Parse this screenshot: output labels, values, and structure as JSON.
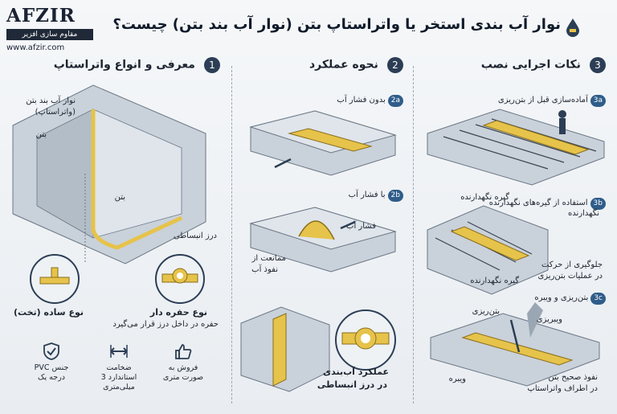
{
  "brand": {
    "name": "AFZIR",
    "tagline": "مقاوم سازی افزیر",
    "url": "www.afzir.com"
  },
  "title": "نوار آب بندی استخر یا واتراستاپ بتن (نوار آب بند بتن) چیست؟",
  "colors": {
    "accent": "#e6c34a",
    "navy": "#2c3e55",
    "concrete": "#c9d1da"
  },
  "sections": [
    {
      "num": "1",
      "title": "معرفی و انواع واتراستاپ",
      "labels": {
        "waterstop": "نوار آب بند بتن",
        "waterstop_alt": "(واتراستاپ)",
        "concrete_top": "بتن",
        "concrete_mid": "بتن",
        "expansion_joint": "درز انبساطی",
        "flat_type": "نوع ساده (تخت)",
        "hole_type": "نوع حفره دار",
        "hole_desc": "حفره در داخل درز قرار می‌گیرد"
      },
      "features": [
        {
          "icon": "check-shield-icon",
          "label": "جنس PVC درجه یک"
        },
        {
          "icon": "ruler-arrows-icon",
          "label": "ضخامت استاندارد 3 میلی‌متری"
        },
        {
          "icon": "thumbs-up-icon",
          "label": "فروش به صورت متری"
        }
      ]
    },
    {
      "num": "2",
      "title": "نحوه عملکرد",
      "steps": [
        {
          "tag": "2a",
          "label": "بدون فشار آب"
        },
        {
          "tag": "2b",
          "label": "با فشار آب"
        }
      ],
      "labels": {
        "water_pressure": "فشار آب",
        "prevent": "ممانعت از",
        "leak": "نفوذ آب",
        "function_1": "عملکرد آب‌بندی",
        "function_2": "در درز انبساطی"
      }
    },
    {
      "num": "3",
      "title": "نکات اجرایی نصب",
      "steps": [
        {
          "tag": "3a",
          "label": "آماده‌سازی قبل از بتن‌ریزی"
        },
        {
          "tag": "3b",
          "label": "استفاده از گیره‌های نگهدارنده",
          "label2": "نگهدارنده"
        },
        {
          "tag": "3c",
          "label": "بتن‌ریزی و ویبره"
        }
      ],
      "labels": {
        "clamp_top": "گیره نگهدارنده",
        "prevent_move_1": "جلوگیری از حرکت",
        "prevent_move_2": "در عملیات بتن‌ریزی",
        "clamp_bottom": "گیره نگهدارنده",
        "pouring": "بتن‌ریزی",
        "vibrator": "ویبریزی",
        "vibration": "ویبره",
        "correct_1": "نفوذ صحیح بتن",
        "correct_2": "در اطراف واتراستاپ"
      }
    }
  ]
}
